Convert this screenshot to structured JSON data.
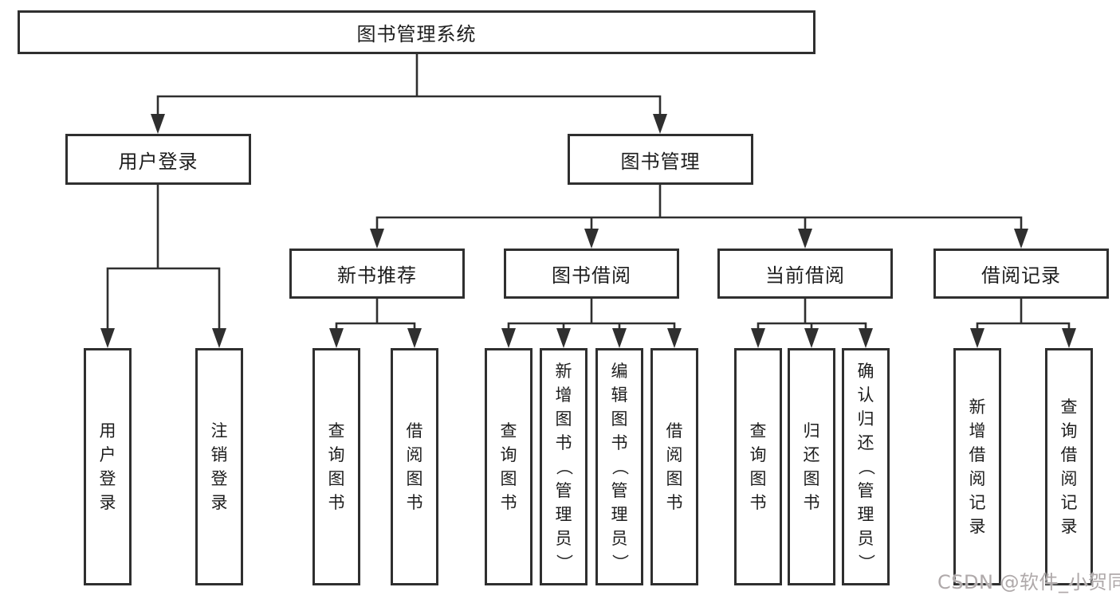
{
  "diagram_title": "图书管理系统",
  "tree": {
    "label": "图书管理系统",
    "children": [
      {
        "label": "用户登录",
        "children": [
          {
            "label": "用户登录"
          },
          {
            "label": "注销登录"
          }
        ]
      },
      {
        "label": "图书管理",
        "children": [
          {
            "label": "新书推荐",
            "children": [
              {
                "label": "查询图书"
              },
              {
                "label": "借阅图书"
              }
            ]
          },
          {
            "label": "图书借阅",
            "children": [
              {
                "label": "查询图书"
              },
              {
                "label": "新增图书（管理员）"
              },
              {
                "label": "编辑图书（管理员）"
              },
              {
                "label": "借阅图书"
              }
            ]
          },
          {
            "label": "当前借阅",
            "children": [
              {
                "label": "查询图书"
              },
              {
                "label": "归还图书"
              },
              {
                "label": "确认归还（管理员）"
              }
            ]
          },
          {
            "label": "借阅记录",
            "children": [
              {
                "label": "新增借阅记录"
              },
              {
                "label": "查询借阅记录"
              }
            ]
          }
        ]
      }
    ]
  },
  "watermark": "CSDN @软件_小贺同学",
  "colors": {
    "line": "#2f2f2f",
    "box_border": "#2f2f2f",
    "box_fill": "#ffffff",
    "text": "#1d1d1d",
    "watermark": "#a8a2a3",
    "background": "#ffffff"
  }
}
